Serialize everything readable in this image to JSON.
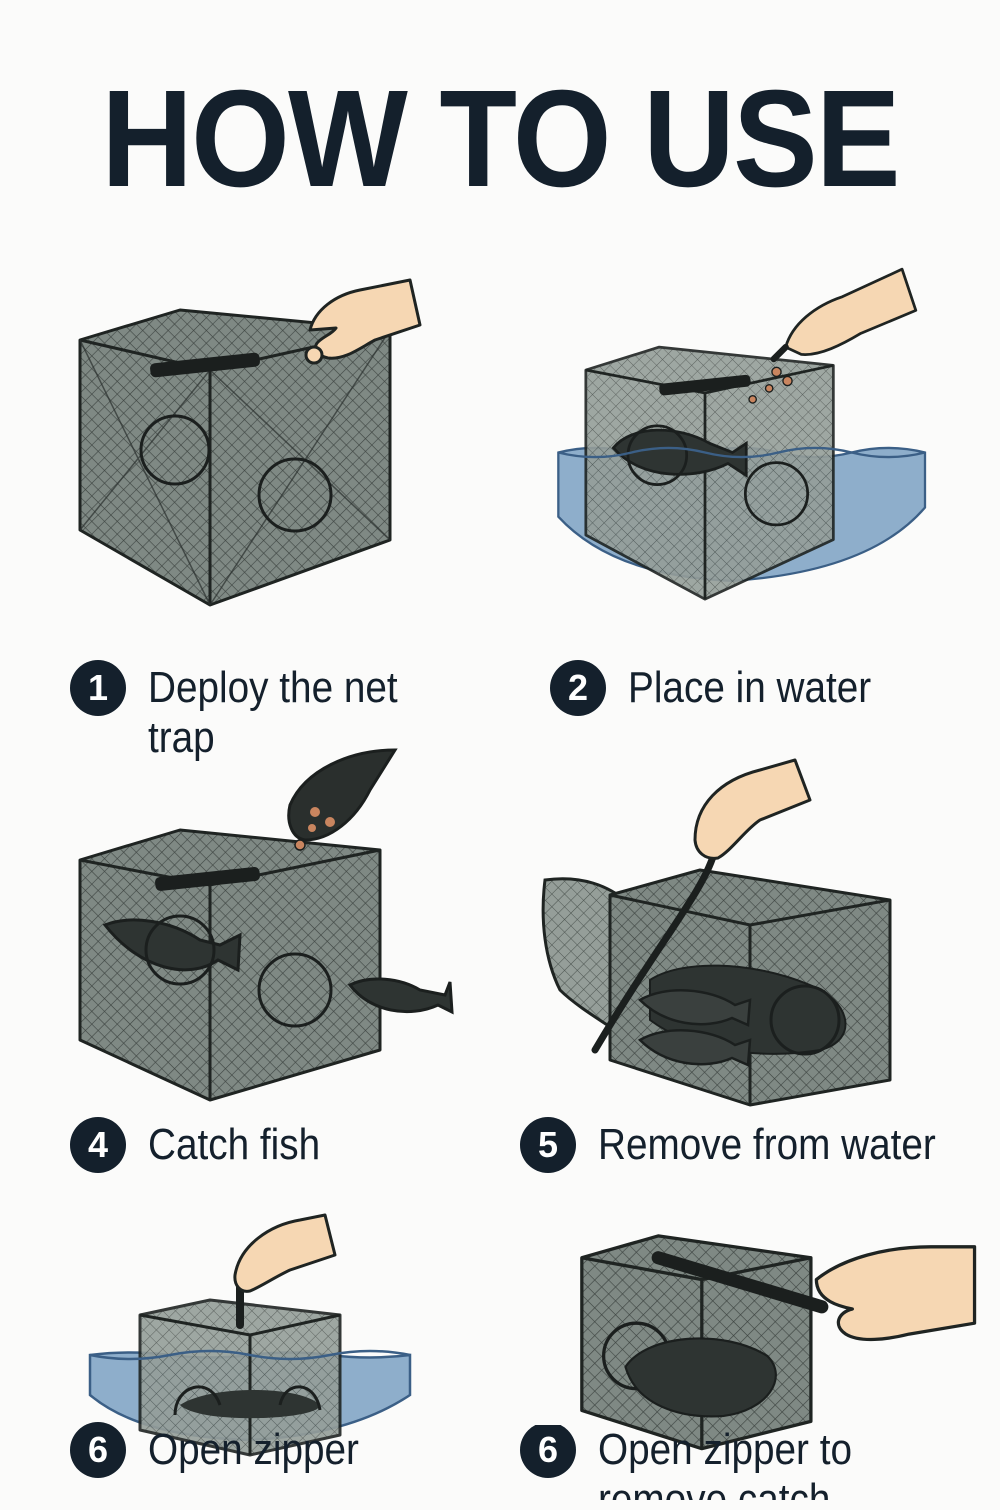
{
  "title": "HOW TO USE",
  "colors": {
    "ink": "#14202c",
    "net": "#6b7470",
    "net_dark": "#2a2f2d",
    "water": "#8eaecb",
    "water_line": "#3b5f86",
    "skin": "#f6d7b3",
    "bait": "#c9855f",
    "background": "#fbfbfa"
  },
  "steps": [
    {
      "number": "1",
      "label": "Deploy the net trap",
      "icon": "net-trap-with-hand-icon"
    },
    {
      "number": "2",
      "label": "Place in water",
      "icon": "net-trap-in-water-icon"
    },
    {
      "number": "4",
      "label": "Catch fish",
      "icon": "net-trap-catching-fish-icon"
    },
    {
      "number": "5",
      "label": "Remove from water",
      "icon": "net-trap-lifted-icon"
    },
    {
      "number": "6",
      "label": "Open zipper",
      "icon": "net-trap-zipper-icon"
    },
    {
      "number": "6",
      "label": "Open zipper to remove catch",
      "icon": "net-trap-open-zipper-icon"
    }
  ]
}
